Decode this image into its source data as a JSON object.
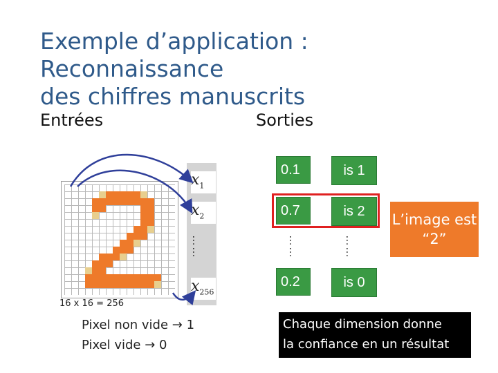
{
  "title_line1": "Exemple d’application : Reconnaissance",
  "title_line2": "des chiffres manuscrits",
  "inputs_header": "Entrées",
  "outputs_header": "Sorties",
  "inputs": [
    {
      "var": "x",
      "sub": "1"
    },
    {
      "var": "x",
      "sub": "2"
    },
    {
      "var": "x",
      "sub": "256"
    }
  ],
  "dots": "……",
  "outputs": [
    {
      "value": "0.1",
      "label": "is 1"
    },
    {
      "value": "0.7",
      "label": "is 2"
    },
    {
      "value": "0.2",
      "label": "is 0"
    }
  ],
  "result_line1": "L’image est",
  "result_line2": "“2”",
  "grid_size": "16 x 16 = 256",
  "pixel_filled": "Pixel non vide → 1",
  "pixel_empty": "Pixel vide → 0",
  "note_line1": "Chaque dimension donne",
  "note_line2": "la confiance en un résultat",
  "colors": {
    "title": "#2f5a8a",
    "output_box": "#3a9a44",
    "highlight": "#e02020",
    "result": "#ee7a2a",
    "pixel_orange": "#ee7a2a",
    "pixel_tan": "#e8cf8e",
    "arrow": "#2f3f9a"
  }
}
